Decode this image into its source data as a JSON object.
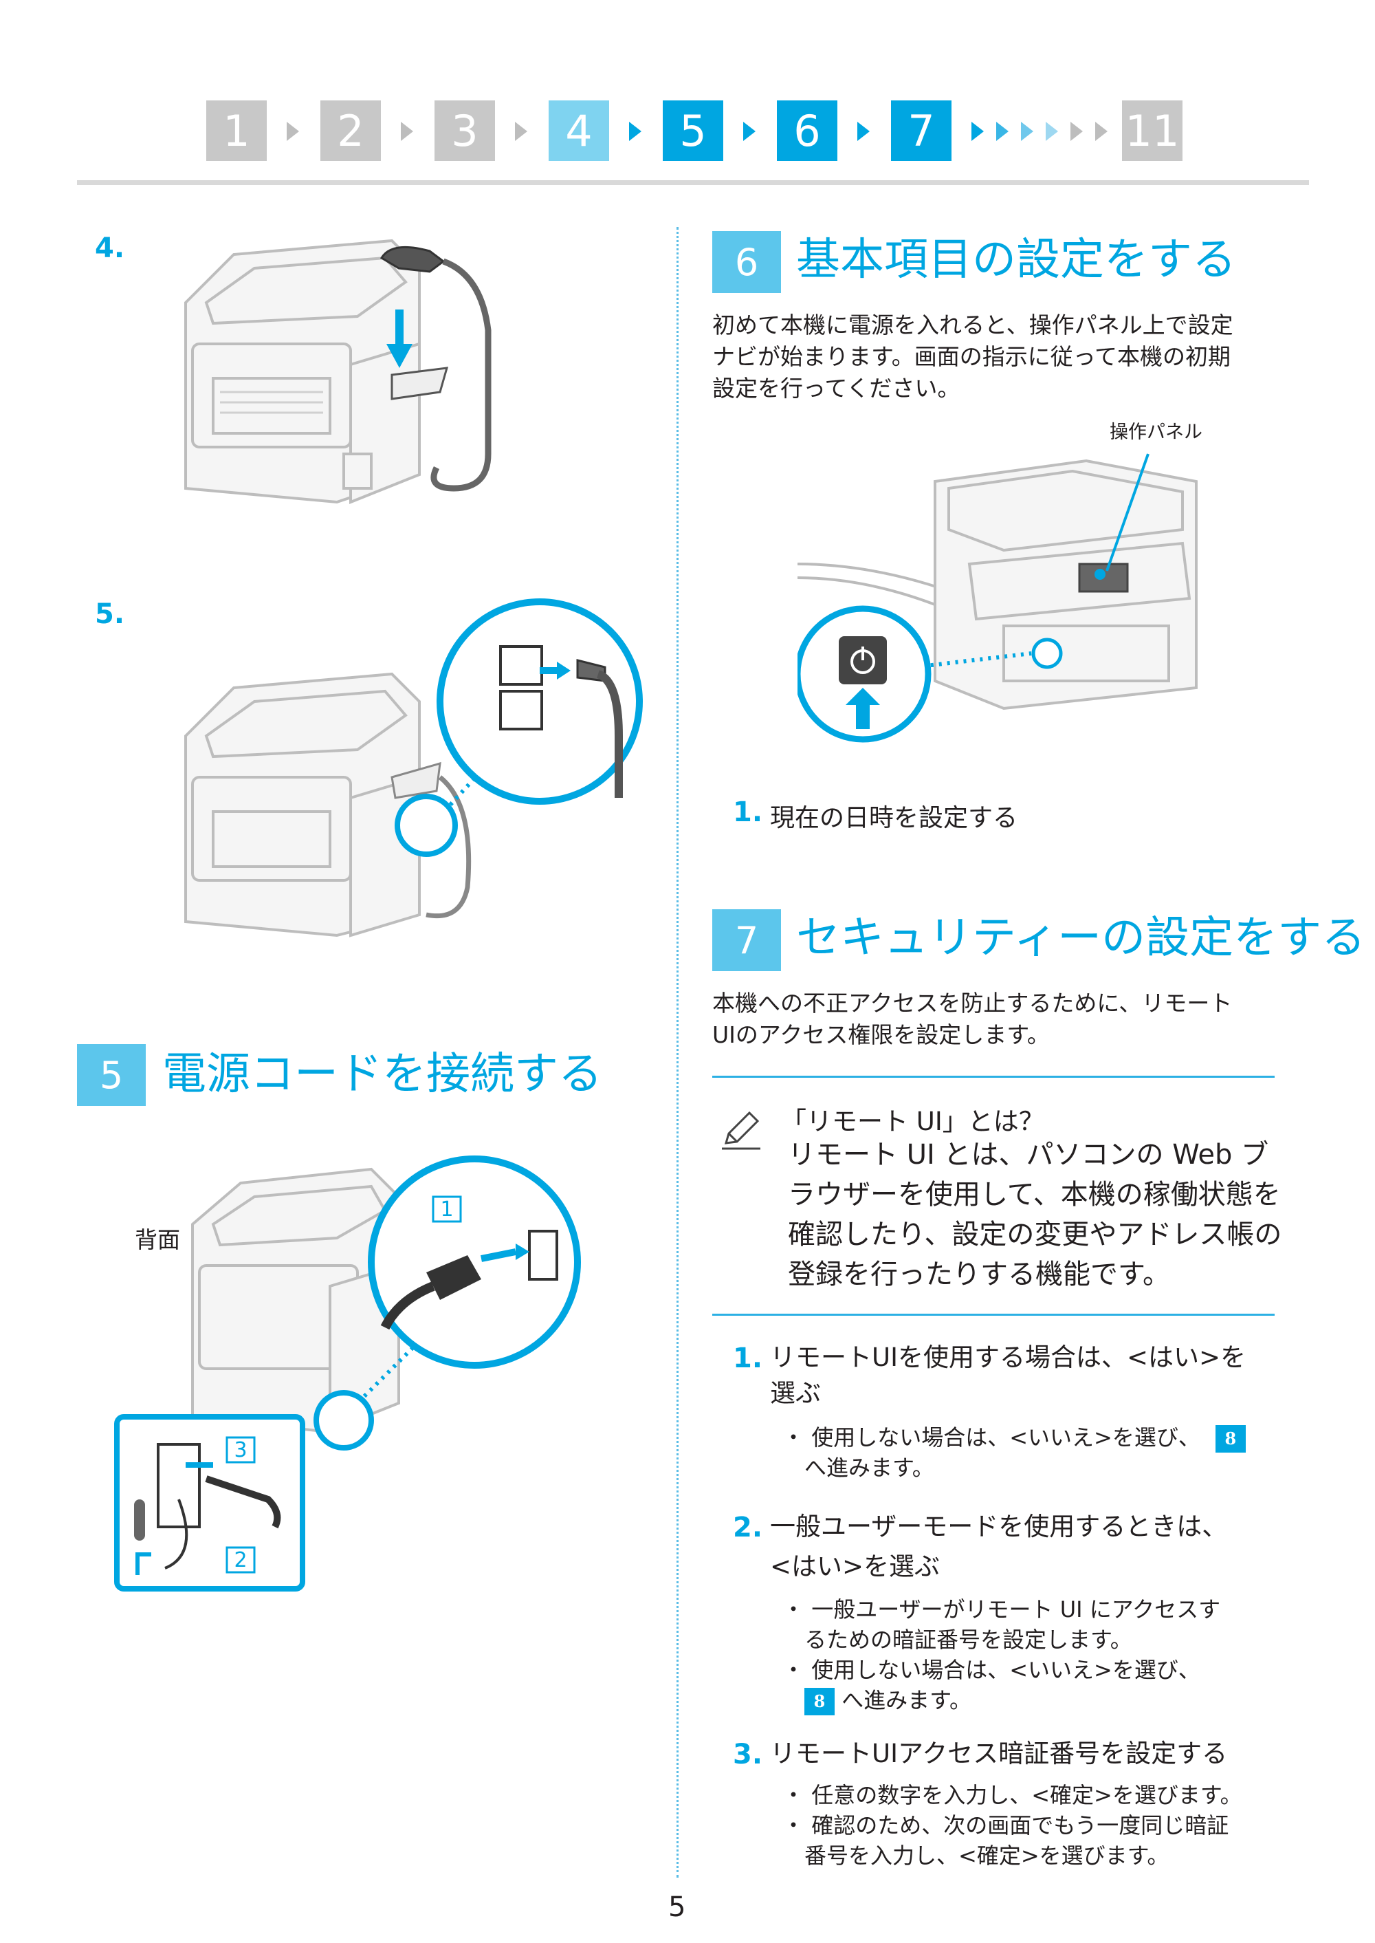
{
  "nav": {
    "steps": [
      "1",
      "2",
      "3",
      "4",
      "5",
      "6",
      "7",
      "11"
    ]
  },
  "left": {
    "step4": "4.",
    "step5": "5.",
    "section5": {
      "number": "5",
      "title": "電源コードを接続する"
    },
    "rear_label": "背面",
    "callouts": [
      "1",
      "3",
      "2"
    ]
  },
  "right": {
    "section6": {
      "number": "6",
      "title": "基本項目の設定をする",
      "lines": [
        "初めて本機に電源を入れると、操作パネル上で設定",
        "ナビが始まります。画面の指示に従って本機の初期",
        "設定を行ってください。"
      ],
      "panel_label": "操作パネル",
      "step1_num": "1.",
      "step1_text": "現在の日時を設定する"
    },
    "section7": {
      "number": "7",
      "title": "セキュリティーの設定をする",
      "lines": [
        "本機への不正アクセスを防止するために、リモート",
        "UIのアクセス権限を設定します。"
      ],
      "note": {
        "heading": "「リモート UI」とは？",
        "lines": [
          "リモート UI とは、パソコンの Web ブ",
          "ラウザーを使用して、本機の稼働状態を",
          "確認したり、設定の変更やアドレス帳の",
          "登録を行ったりする機能です。"
        ]
      },
      "s1": {
        "num": "1.",
        "lines": [
          "リモートUIを使用する場合は、<はい>を",
          "選ぶ"
        ],
        "bullet_a": "使用しない場合は、<いいえ>を選び、",
        "bullet_ref": "8",
        "bullet_b": "へ進みます。"
      },
      "s2": {
        "num": "2.",
        "lines": [
          "一般ユーザーモードを使用するときは、",
          "<はい>を選ぶ"
        ],
        "bullet1_lines": [
          "一般ユーザーがリモート UI にアクセスす",
          "るための暗証番号を設定します。"
        ],
        "bullet2_a": "使用しない場合は、<いいえ>を選び、",
        "bullet2_ref": "8",
        "bullet2_b": "へ進みます。"
      },
      "s3": {
        "num": "3.",
        "line": "リモートUIアクセス暗証番号を設定する",
        "bullet1": "任意の数字を入力し、<確定>を選びます。",
        "bullet2_lines": [
          "確認のため、次の画面でもう一度同じ暗証",
          "番号を入力し、<確定>を選びます。"
        ]
      }
    }
  },
  "page_number": "5",
  "colors": {
    "accent": "#00a6e1",
    "accent_light": "#5cc6ec",
    "grey": "#c8c8c8"
  }
}
